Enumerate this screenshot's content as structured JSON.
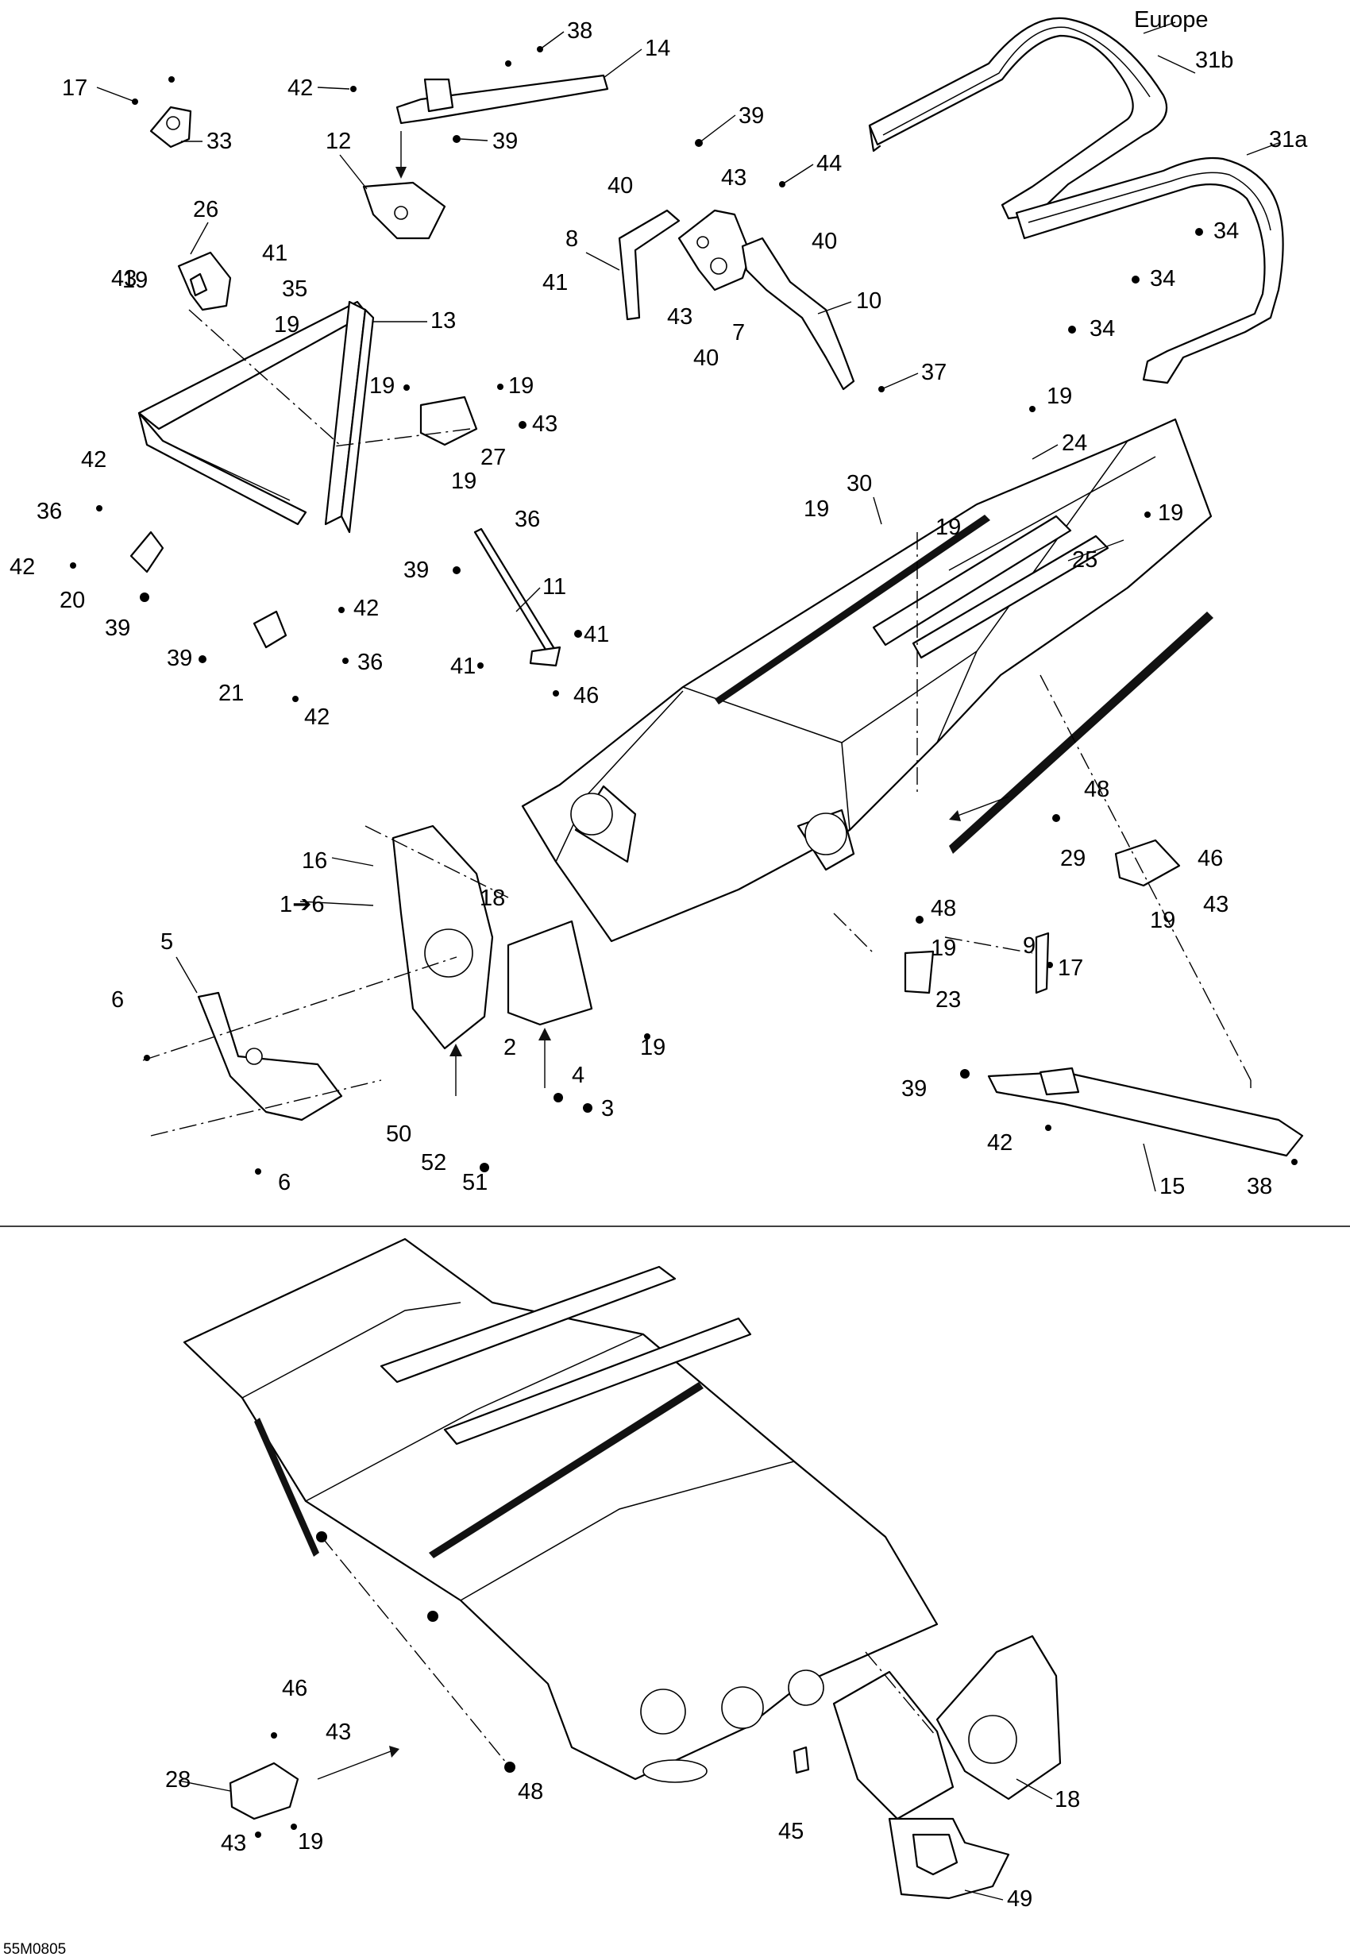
{
  "drawing": {
    "region_note": "Europe",
    "reference": "55M0805",
    "callouts": [
      {
        "id": "c38a",
        "text": "38"
      },
      {
        "id": "c14",
        "text": "14"
      },
      {
        "id": "c17a",
        "text": "17"
      },
      {
        "id": "c42a",
        "text": "42"
      },
      {
        "id": "c33",
        "text": "33"
      },
      {
        "id": "c39a",
        "text": "39"
      },
      {
        "id": "c12",
        "text": "12"
      },
      {
        "id": "c26",
        "text": "26"
      },
      {
        "id": "c43a",
        "text": "43"
      },
      {
        "id": "c41a",
        "text": "41"
      },
      {
        "id": "c35",
        "text": "35"
      },
      {
        "id": "c19a",
        "text": "19"
      },
      {
        "id": "c19b",
        "text": "19"
      },
      {
        "id": "c13",
        "text": "13"
      },
      {
        "id": "c39b",
        "text": "39"
      },
      {
        "id": "c40a",
        "text": "40"
      },
      {
        "id": "c43b",
        "text": "43"
      },
      {
        "id": "c44",
        "text": "44"
      },
      {
        "id": "c8",
        "text": "8"
      },
      {
        "id": "c40b",
        "text": "40"
      },
      {
        "id": "c41b",
        "text": "41"
      },
      {
        "id": "c43c",
        "text": "43"
      },
      {
        "id": "c7",
        "text": "7"
      },
      {
        "id": "c10",
        "text": "10"
      },
      {
        "id": "c40c",
        "text": "40"
      },
      {
        "id": "c37",
        "text": "37"
      },
      {
        "id": "c31b",
        "text": "31b"
      },
      {
        "id": "c31a",
        "text": "31a"
      },
      {
        "id": "c34a",
        "text": "34"
      },
      {
        "id": "c34b",
        "text": "34"
      },
      {
        "id": "c34c",
        "text": "34"
      },
      {
        "id": "c19c",
        "text": "19"
      },
      {
        "id": "c19d",
        "text": "19"
      },
      {
        "id": "c43d",
        "text": "43"
      },
      {
        "id": "c27",
        "text": "27"
      },
      {
        "id": "c19e",
        "text": "19"
      },
      {
        "id": "c42b",
        "text": "42"
      },
      {
        "id": "c36a",
        "text": "36"
      },
      {
        "id": "c42c",
        "text": "42"
      },
      {
        "id": "c20",
        "text": "20"
      },
      {
        "id": "c39c",
        "text": "39"
      },
      {
        "id": "c42d",
        "text": "42"
      },
      {
        "id": "c39d",
        "text": "39"
      },
      {
        "id": "c36b",
        "text": "36"
      },
      {
        "id": "c21",
        "text": "21"
      },
      {
        "id": "c42e",
        "text": "42"
      },
      {
        "id": "c36c",
        "text": "36"
      },
      {
        "id": "c39e",
        "text": "39"
      },
      {
        "id": "c11",
        "text": "11"
      },
      {
        "id": "c41c",
        "text": "41"
      },
      {
        "id": "c41d",
        "text": "41"
      },
      {
        "id": "c46a",
        "text": "46"
      },
      {
        "id": "c19f",
        "text": "19"
      },
      {
        "id": "c24",
        "text": "24"
      },
      {
        "id": "c19g",
        "text": "19"
      },
      {
        "id": "c25",
        "text": "25"
      },
      {
        "id": "c30",
        "text": "30"
      },
      {
        "id": "c19h",
        "text": "19"
      },
      {
        "id": "c19i",
        "text": "19"
      },
      {
        "id": "c16",
        "text": "16"
      },
      {
        "id": "c1to6",
        "text": "1➔6"
      },
      {
        "id": "c5",
        "text": "5"
      },
      {
        "id": "c18a",
        "text": "18"
      },
      {
        "id": "c6a",
        "text": "6"
      },
      {
        "id": "c48a",
        "text": "48"
      },
      {
        "id": "c29",
        "text": "29"
      },
      {
        "id": "c46b",
        "text": "46"
      },
      {
        "id": "c43e",
        "text": "43"
      },
      {
        "id": "c19j",
        "text": "19"
      },
      {
        "id": "c48b",
        "text": "48"
      },
      {
        "id": "c19k",
        "text": "19"
      },
      {
        "id": "c9",
        "text": "9"
      },
      {
        "id": "c17b",
        "text": "17"
      },
      {
        "id": "c23",
        "text": "23"
      },
      {
        "id": "c19l",
        "text": "19"
      },
      {
        "id": "c2",
        "text": "2"
      },
      {
        "id": "c4",
        "text": "4"
      },
      {
        "id": "c3",
        "text": "3"
      },
      {
        "id": "c50",
        "text": "50"
      },
      {
        "id": "c52",
        "text": "52"
      },
      {
        "id": "c51",
        "text": "51"
      },
      {
        "id": "c6b",
        "text": "6"
      },
      {
        "id": "c39f",
        "text": "39"
      },
      {
        "id": "c42f",
        "text": "42"
      },
      {
        "id": "c15",
        "text": "15"
      },
      {
        "id": "c38b",
        "text": "38"
      },
      {
        "id": "c46c",
        "text": "46"
      },
      {
        "id": "c43f",
        "text": "43"
      },
      {
        "id": "c28",
        "text": "28"
      },
      {
        "id": "c48c",
        "text": "48"
      },
      {
        "id": "c43g",
        "text": "43"
      },
      {
        "id": "c19m",
        "text": "19"
      },
      {
        "id": "c45",
        "text": "45"
      },
      {
        "id": "c18b",
        "text": "18"
      },
      {
        "id": "c49",
        "text": "49"
      }
    ]
  }
}
